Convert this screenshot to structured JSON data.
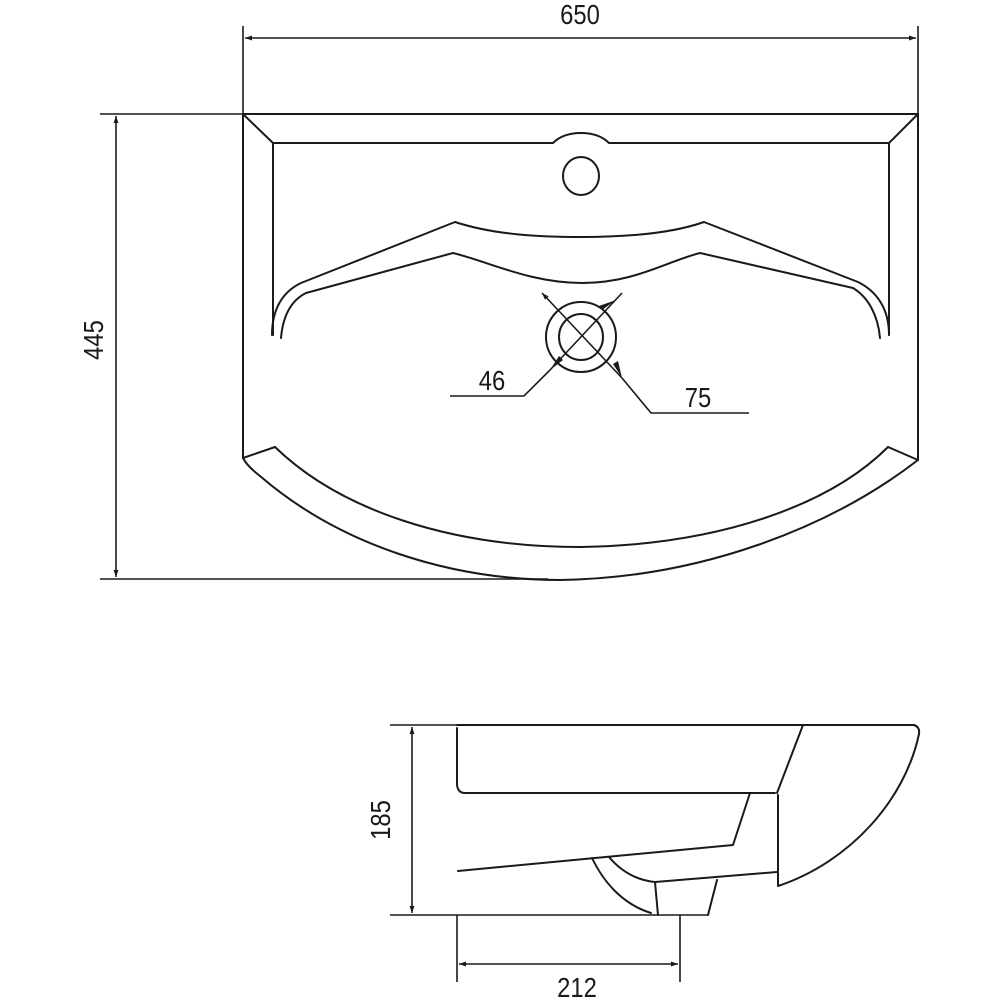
{
  "drawing": {
    "title": "Washbasin dimension drawing",
    "top_view": {
      "width_label": "650",
      "depth_label": "445",
      "drain_inner_label": "46",
      "drain_outer_label": "75"
    },
    "side_view": {
      "height_label": "185",
      "drain_offset_label": "212"
    },
    "colors": {
      "line": "#1a1a1a",
      "background": "#ffffff"
    }
  }
}
